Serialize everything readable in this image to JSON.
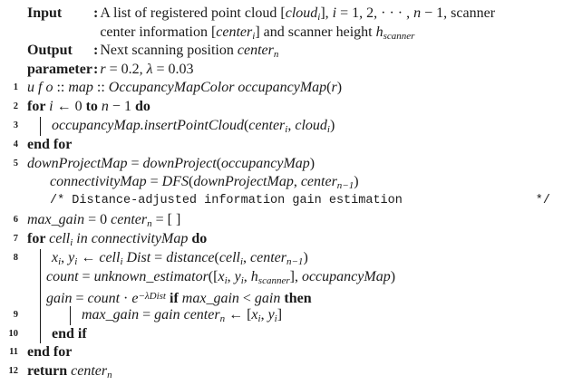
{
  "page": {
    "background_color": "#ffffff",
    "text_color": "#1b1b1b",
    "rule_color": "#1b1b1b"
  },
  "algorithm": {
    "header": {
      "rows": [
        {
          "label": "Input",
          "colon": ":",
          "segments": [
            [
              "r",
              "A list of registered point cloud ["
            ],
            [
              "i",
              "cloud"
            ],
            [
              "sub",
              "i"
            ],
            [
              "r",
              "], "
            ],
            [
              "i",
              "i"
            ],
            [
              "r",
              " = 1, 2, · · · , "
            ],
            [
              "i",
              "n"
            ],
            [
              "r",
              " − 1, scanner"
            ]
          ]
        },
        {
          "label": "",
          "colon": "",
          "segments": [
            [
              "r",
              "center information ["
            ],
            [
              "i",
              "center"
            ],
            [
              "sub",
              "i"
            ],
            [
              "r",
              "] and scanner height "
            ],
            [
              "i",
              "h"
            ],
            [
              "sub",
              "scanner"
            ]
          ]
        },
        {
          "label": "Output",
          "colon": ":",
          "segments": [
            [
              "r",
              "Next scanning position "
            ],
            [
              "i",
              "center"
            ],
            [
              "sub",
              "n"
            ]
          ]
        },
        {
          "label": "parameter",
          "colon": ":",
          "segments": [
            [
              "i",
              "r"
            ],
            [
              "r",
              " = 0.2, "
            ],
            [
              "i",
              "λ"
            ],
            [
              "r",
              " = 0.03"
            ]
          ]
        }
      ]
    },
    "body": {
      "lines": [
        {
          "no": "1",
          "ind": "0",
          "bars": [],
          "segments": [
            [
              "i",
              "u f o"
            ],
            [
              "r",
              " :: "
            ],
            [
              "i",
              "map"
            ],
            [
              "r",
              " :: "
            ],
            [
              "i",
              "OccupancyMapColor occupancyMap"
            ],
            [
              "r",
              "("
            ],
            [
              "i",
              "r"
            ],
            [
              "r",
              ")"
            ]
          ]
        },
        {
          "no": "2",
          "ind": "0",
          "bars": [],
          "segments": [
            [
              "b",
              "for "
            ],
            [
              "i",
              "i"
            ],
            [
              "r",
              " ← 0 "
            ],
            [
              "b",
              "to "
            ],
            [
              "i",
              "n"
            ],
            [
              "r",
              " − 1 "
            ],
            [
              "b",
              "do"
            ]
          ]
        },
        {
          "no": "3",
          "ind": "1",
          "bars": [
            1
          ],
          "segments": [
            [
              "i",
              "occupancyMap.insertPointCloud"
            ],
            [
              "r",
              "("
            ],
            [
              "i",
              "center"
            ],
            [
              "sub",
              "i"
            ],
            [
              "r",
              ", "
            ],
            [
              "i",
              "cloud"
            ],
            [
              "sub",
              "i"
            ],
            [
              "r",
              ")"
            ]
          ]
        },
        {
          "no": "4",
          "ind": "0",
          "bars": [],
          "segments": [
            [
              "b",
              "end for"
            ]
          ]
        },
        {
          "no": "5",
          "ind": "0",
          "bars": [],
          "segments": [
            [
              "i",
              "downProjectMap"
            ],
            [
              "r",
              " = "
            ],
            [
              "i",
              "downProject"
            ],
            [
              "r",
              "("
            ],
            [
              "i",
              "occupancyMap"
            ],
            [
              "r",
              ")"
            ]
          ]
        },
        {
          "no": "",
          "ind": "c0",
          "bars": [],
          "segments": [
            [
              "i",
              "connectivityMap"
            ],
            [
              "r",
              " = "
            ],
            [
              "i",
              "DFS"
            ],
            [
              "r",
              "("
            ],
            [
              "i",
              "downProjectMap"
            ],
            [
              "r",
              ", "
            ],
            [
              "i",
              "center"
            ],
            [
              "sub",
              "n−1"
            ],
            [
              "r",
              ")"
            ]
          ]
        },
        {
          "no": "",
          "ind": "c0",
          "bars": [],
          "comment": {
            "left": "/* Distance-adjusted information gain estimation",
            "right": "*/"
          }
        },
        {
          "no": "6",
          "ind": "0",
          "bars": [],
          "segments": [
            [
              "i",
              "max_gain"
            ],
            [
              "r",
              " = 0 "
            ],
            [
              "i",
              "center"
            ],
            [
              "sub",
              "n"
            ],
            [
              "r",
              " = [ ]"
            ]
          ]
        },
        {
          "no": "7",
          "ind": "0",
          "bars": [],
          "segments": [
            [
              "b",
              "for "
            ],
            [
              "i",
              "cell"
            ],
            [
              "sub",
              "i"
            ],
            [
              "i",
              " in connectivityMap "
            ],
            [
              "b",
              "do"
            ]
          ]
        },
        {
          "no": "8",
          "ind": "1",
          "bars": [
            1
          ],
          "segments": [
            [
              "i",
              "x"
            ],
            [
              "sub",
              "i"
            ],
            [
              "r",
              ", "
            ],
            [
              "i",
              "y"
            ],
            [
              "sub",
              "i"
            ],
            [
              "r",
              " ← "
            ],
            [
              "i",
              "cell"
            ],
            [
              "sub",
              "i"
            ],
            [
              "i",
              " Dist"
            ],
            [
              "r",
              " = "
            ],
            [
              "i",
              "distance"
            ],
            [
              "r",
              "("
            ],
            [
              "i",
              "cell"
            ],
            [
              "sub",
              "i"
            ],
            [
              "r",
              ", "
            ],
            [
              "i",
              "center"
            ],
            [
              "sub",
              "n−1"
            ],
            [
              "r",
              ")"
            ]
          ]
        },
        {
          "no": "",
          "ind": "c1",
          "bars": [
            1
          ],
          "segments": [
            [
              "i",
              "count"
            ],
            [
              "r",
              " = "
            ],
            [
              "i",
              "unknown_estimator"
            ],
            [
              "r",
              "(["
            ],
            [
              "i",
              "x"
            ],
            [
              "sub",
              "i"
            ],
            [
              "r",
              ", "
            ],
            [
              "i",
              "y"
            ],
            [
              "sub",
              "i"
            ],
            [
              "r",
              ", "
            ],
            [
              "i",
              "h"
            ],
            [
              "sub",
              "scanner"
            ],
            [
              "r",
              "], "
            ],
            [
              "i",
              "occupancyMap"
            ],
            [
              "r",
              ")"
            ]
          ]
        },
        {
          "no": "",
          "ind": "c1",
          "bars": [
            1
          ],
          "segments": [
            [
              "i",
              "gain"
            ],
            [
              "r",
              " = "
            ],
            [
              "i",
              "count"
            ],
            [
              "r",
              " · "
            ],
            [
              "i",
              "e"
            ],
            [
              "sup",
              "−λDist"
            ],
            [
              "r",
              " "
            ],
            [
              "b",
              "if "
            ],
            [
              "i",
              "max_gain"
            ],
            [
              "r",
              " < "
            ],
            [
              "i",
              "gain"
            ],
            [
              "r",
              " "
            ],
            [
              "b",
              "then"
            ]
          ]
        },
        {
          "no": "9",
          "ind": "2",
          "bars": [
            1,
            2
          ],
          "segments": [
            [
              "i",
              "max_gain"
            ],
            [
              "r",
              " = "
            ],
            [
              "i",
              "gain center"
            ],
            [
              "sub",
              "n"
            ],
            [
              "r",
              " ← ["
            ],
            [
              "i",
              "x"
            ],
            [
              "sub",
              "i"
            ],
            [
              "r",
              ", "
            ],
            [
              "i",
              "y"
            ],
            [
              "sub",
              "i"
            ],
            [
              "r",
              "]"
            ]
          ]
        },
        {
          "no": "10",
          "ind": "1",
          "bars": [
            1
          ],
          "segments": [
            [
              "b",
              "end if"
            ]
          ]
        },
        {
          "no": "11",
          "ind": "0",
          "bars": [],
          "segments": [
            [
              "b",
              "end for"
            ]
          ]
        },
        {
          "no": "12",
          "ind": "0",
          "bars": [],
          "segments": [
            [
              "b",
              "return "
            ],
            [
              "i",
              "center"
            ],
            [
              "sub",
              "n"
            ]
          ]
        }
      ]
    }
  }
}
